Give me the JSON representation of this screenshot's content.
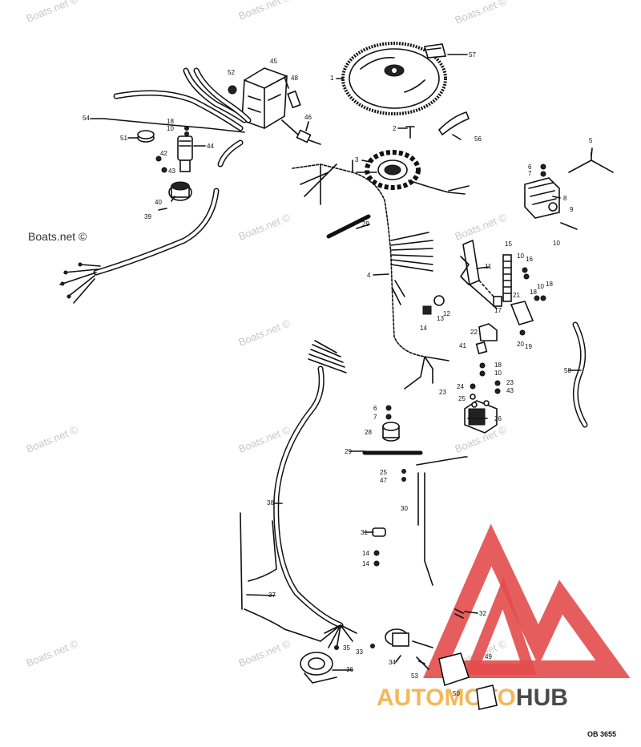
{
  "watermarks": [
    "Boats.net ©",
    "Boats.net ©",
    "Boats.net ©",
    "Boats.net ©",
    "Boats.net ©",
    "Boats.net ©",
    "Boats.net ©",
    "Boats.net ©",
    "Boats.net ©",
    "Boats.net ©",
    "Boats.net ©",
    "Boats.net ©",
    "Boats.net ©"
  ],
  "drawing_code": "OB 3655",
  "logo": {
    "part1": "AUTO",
    "part2": "MOTO",
    "part3": "HUB",
    "colors": {
      "red": "#e34b4b",
      "orange": "#f2b85a",
      "gray": "#4a4a4a"
    }
  },
  "part_labels": [
    "57",
    "1",
    "52",
    "45",
    "48",
    "54",
    "18",
    "10",
    "51",
    "44",
    "42",
    "43",
    "40",
    "39",
    "46",
    "2",
    "56",
    "3",
    "5",
    "6",
    "7",
    "8",
    "9",
    "10",
    "29",
    "4",
    "15",
    "11",
    "10",
    "16",
    "18",
    "10",
    "18",
    "21",
    "17",
    "12",
    "13",
    "14",
    "22",
    "41",
    "20",
    "19",
    "58",
    "18",
    "10",
    "23",
    "43",
    "24",
    "25",
    "23",
    "6",
    "7",
    "26",
    "28",
    "29",
    "25",
    "47",
    "30",
    "38",
    "31",
    "14",
    "14",
    "37",
    "32",
    "35",
    "33",
    "34",
    "36",
    "53",
    "49",
    "50"
  ]
}
